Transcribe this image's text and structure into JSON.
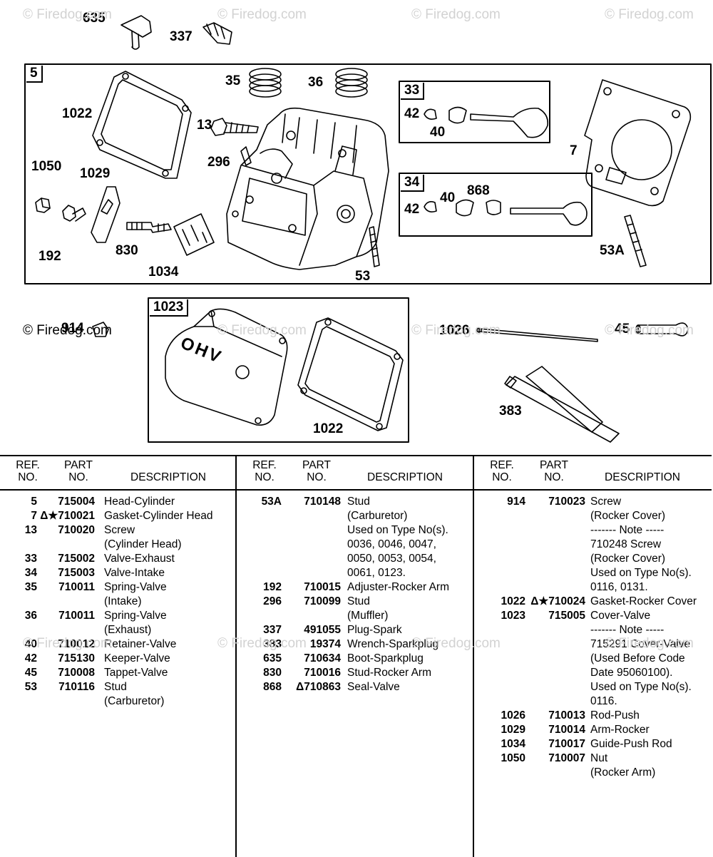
{
  "watermark": "© Firedog.com",
  "diagram": {
    "box_labels": {
      "main_box": "5",
      "exhaust_box": "33",
      "intake_box": "34",
      "cover_box": "1023"
    },
    "callouts": {
      "c635": "635",
      "c337": "337",
      "c35": "35",
      "c36": "36",
      "c1022a": "1022",
      "c13": "13",
      "c296": "296",
      "c1050": "1050",
      "c1029": "1029",
      "c192": "192",
      "c830": "830",
      "c1034": "1034",
      "c53": "53",
      "c42a": "42",
      "c40a": "40",
      "c42b": "42",
      "c40b": "40",
      "c868": "868",
      "c7": "7",
      "c53a": "53A",
      "c914": "914",
      "c1022b": "1022",
      "c1026": "1026",
      "c45": "45",
      "c383": "383"
    },
    "cover_text": "OHV"
  },
  "table": {
    "headers": {
      "ref": [
        "REF.",
        "NO."
      ],
      "part": [
        "PART",
        "NO."
      ],
      "description": "DESCRIPTION"
    },
    "columns": [
      [
        {
          "ref": "5",
          "part": "715004",
          "desc": "Head-Cylinder"
        },
        {
          "ref": "7",
          "part": "Δ★710021",
          "desc": "Gasket-Cylinder Head"
        },
        {
          "ref": "13",
          "part": "710020",
          "desc": "Screw"
        },
        {
          "ref": "",
          "part": "",
          "desc": "(Cylinder Head)"
        },
        {
          "ref": "33",
          "part": "715002",
          "desc": "Valve-Exhaust"
        },
        {
          "ref": "34",
          "part": "715003",
          "desc": "Valve-Intake"
        },
        {
          "ref": "35",
          "part": "710011",
          "desc": "Spring-Valve"
        },
        {
          "ref": "",
          "part": "",
          "desc": "(Intake)"
        },
        {
          "ref": "36",
          "part": "710011",
          "desc": "Spring-Valve"
        },
        {
          "ref": "",
          "part": "",
          "desc": "(Exhaust)"
        },
        {
          "ref": "40",
          "part": "710012",
          "desc": "Retainer-Valve"
        },
        {
          "ref": "42",
          "part": "715130",
          "desc": "Keeper-Valve"
        },
        {
          "ref": "45",
          "part": "710008",
          "desc": "Tappet-Valve"
        },
        {
          "ref": "53",
          "part": "710116",
          "desc": "Stud"
        },
        {
          "ref": "",
          "part": "",
          "desc": "(Carburetor)"
        }
      ],
      [
        {
          "ref": "53A",
          "part": "710148",
          "desc": "Stud"
        },
        {
          "ref": "",
          "part": "",
          "desc": "(Carburetor)"
        },
        {
          "ref": "",
          "part": "",
          "desc": "Used on Type No(s)."
        },
        {
          "ref": "",
          "part": "",
          "desc": "0036, 0046, 0047,"
        },
        {
          "ref": "",
          "part": "",
          "desc": "0050, 0053, 0054,"
        },
        {
          "ref": "",
          "part": "",
          "desc": "0061, 0123."
        },
        {
          "ref": "192",
          "part": "710015",
          "desc": "Adjuster-Rocker Arm"
        },
        {
          "ref": "296",
          "part": "710099",
          "desc": "Stud"
        },
        {
          "ref": "",
          "part": "",
          "desc": "(Muffler)"
        },
        {
          "ref": "337",
          "part": "491055",
          "desc": "Plug-Spark"
        },
        {
          "ref": "383",
          "part": "19374",
          "desc": "Wrench-Sparkplug"
        },
        {
          "ref": "635",
          "part": "710634",
          "desc": "Boot-Sparkplug"
        },
        {
          "ref": "830",
          "part": "710016",
          "desc": "Stud-Rocker Arm"
        },
        {
          "ref": "868",
          "part": "Δ710863",
          "desc": "Seal-Valve"
        }
      ],
      [
        {
          "ref": "914",
          "part": "710023",
          "desc": "Screw"
        },
        {
          "ref": "",
          "part": "",
          "desc": "(Rocker Cover)"
        },
        {
          "ref": "",
          "part": "",
          "desc": "------- Note -----"
        },
        {
          "ref": "",
          "part": "",
          "desc": "710248 Screw",
          "bold_prefix": "710248"
        },
        {
          "ref": "",
          "part": "",
          "desc": "(Rocker Cover)"
        },
        {
          "ref": "",
          "part": "",
          "desc": "Used on Type No(s)."
        },
        {
          "ref": "",
          "part": "",
          "desc": "0116, 0131."
        },
        {
          "ref": "1022",
          "part": "Δ★710024",
          "desc": "Gasket-Rocker Cover"
        },
        {
          "ref": "1023",
          "part": "715005",
          "desc": "Cover-Valve"
        },
        {
          "ref": "",
          "part": "",
          "desc": "------- Note -----"
        },
        {
          "ref": "",
          "part": "",
          "desc": "715291 Cover-Valve"
        },
        {
          "ref": "",
          "part": "",
          "desc": "(Used Before Code"
        },
        {
          "ref": "",
          "part": "",
          "desc": "Date 95060100)."
        },
        {
          "ref": "",
          "part": "",
          "desc": "Used on Type No(s)."
        },
        {
          "ref": "",
          "part": "",
          "desc": "0116."
        },
        {
          "ref": "1026",
          "part": "710013",
          "desc": "Rod-Push"
        },
        {
          "ref": "1029",
          "part": "710014",
          "desc": "Arm-Rocker"
        },
        {
          "ref": "1034",
          "part": "710017",
          "desc": "Guide-Push Rod"
        },
        {
          "ref": "1050",
          "part": "710007",
          "desc": "Nut"
        },
        {
          "ref": "",
          "part": "",
          "desc": "(Rocker Arm)"
        }
      ]
    ]
  }
}
